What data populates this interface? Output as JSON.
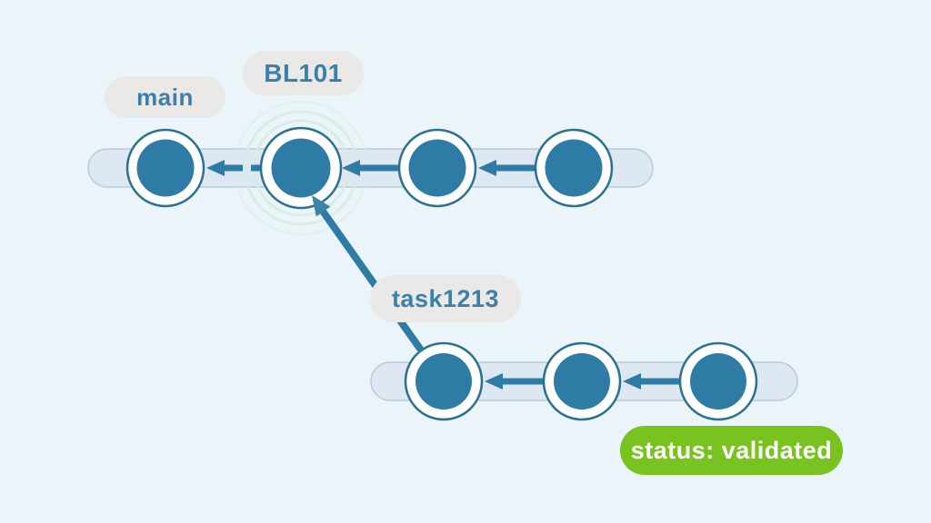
{
  "labels": {
    "main_branch": "main",
    "baseline_commit": "BL101",
    "task_branch": "task1213",
    "status_badge": "status: validated"
  },
  "colors": {
    "background": "#ebf4f8",
    "track": "#dde8f2",
    "track_border": "#b6cbdc",
    "commit_fill": "#2e7ca6",
    "commit_ring_border": "#2b7090",
    "arrow": "#2e7ca6",
    "merge_arrow": "#3a84aa",
    "halo": "#d5ede6",
    "label_pill": "#eae9e8",
    "label_text": "#3a80a9",
    "status_pill": "#78c320",
    "status_text": "#ffffff"
  },
  "diagram": {
    "type": "git-branch-graph",
    "branches": [
      {
        "name": "main",
        "commit_count": 4,
        "highlighted_commit_index": 2,
        "highlighted_commit_label": "BL101"
      },
      {
        "name": "task1213",
        "commit_count": 3,
        "merges_into": "main",
        "merge_target_label": "BL101",
        "status": "validated"
      }
    ],
    "arrow_direction": "child points left to parent"
  }
}
